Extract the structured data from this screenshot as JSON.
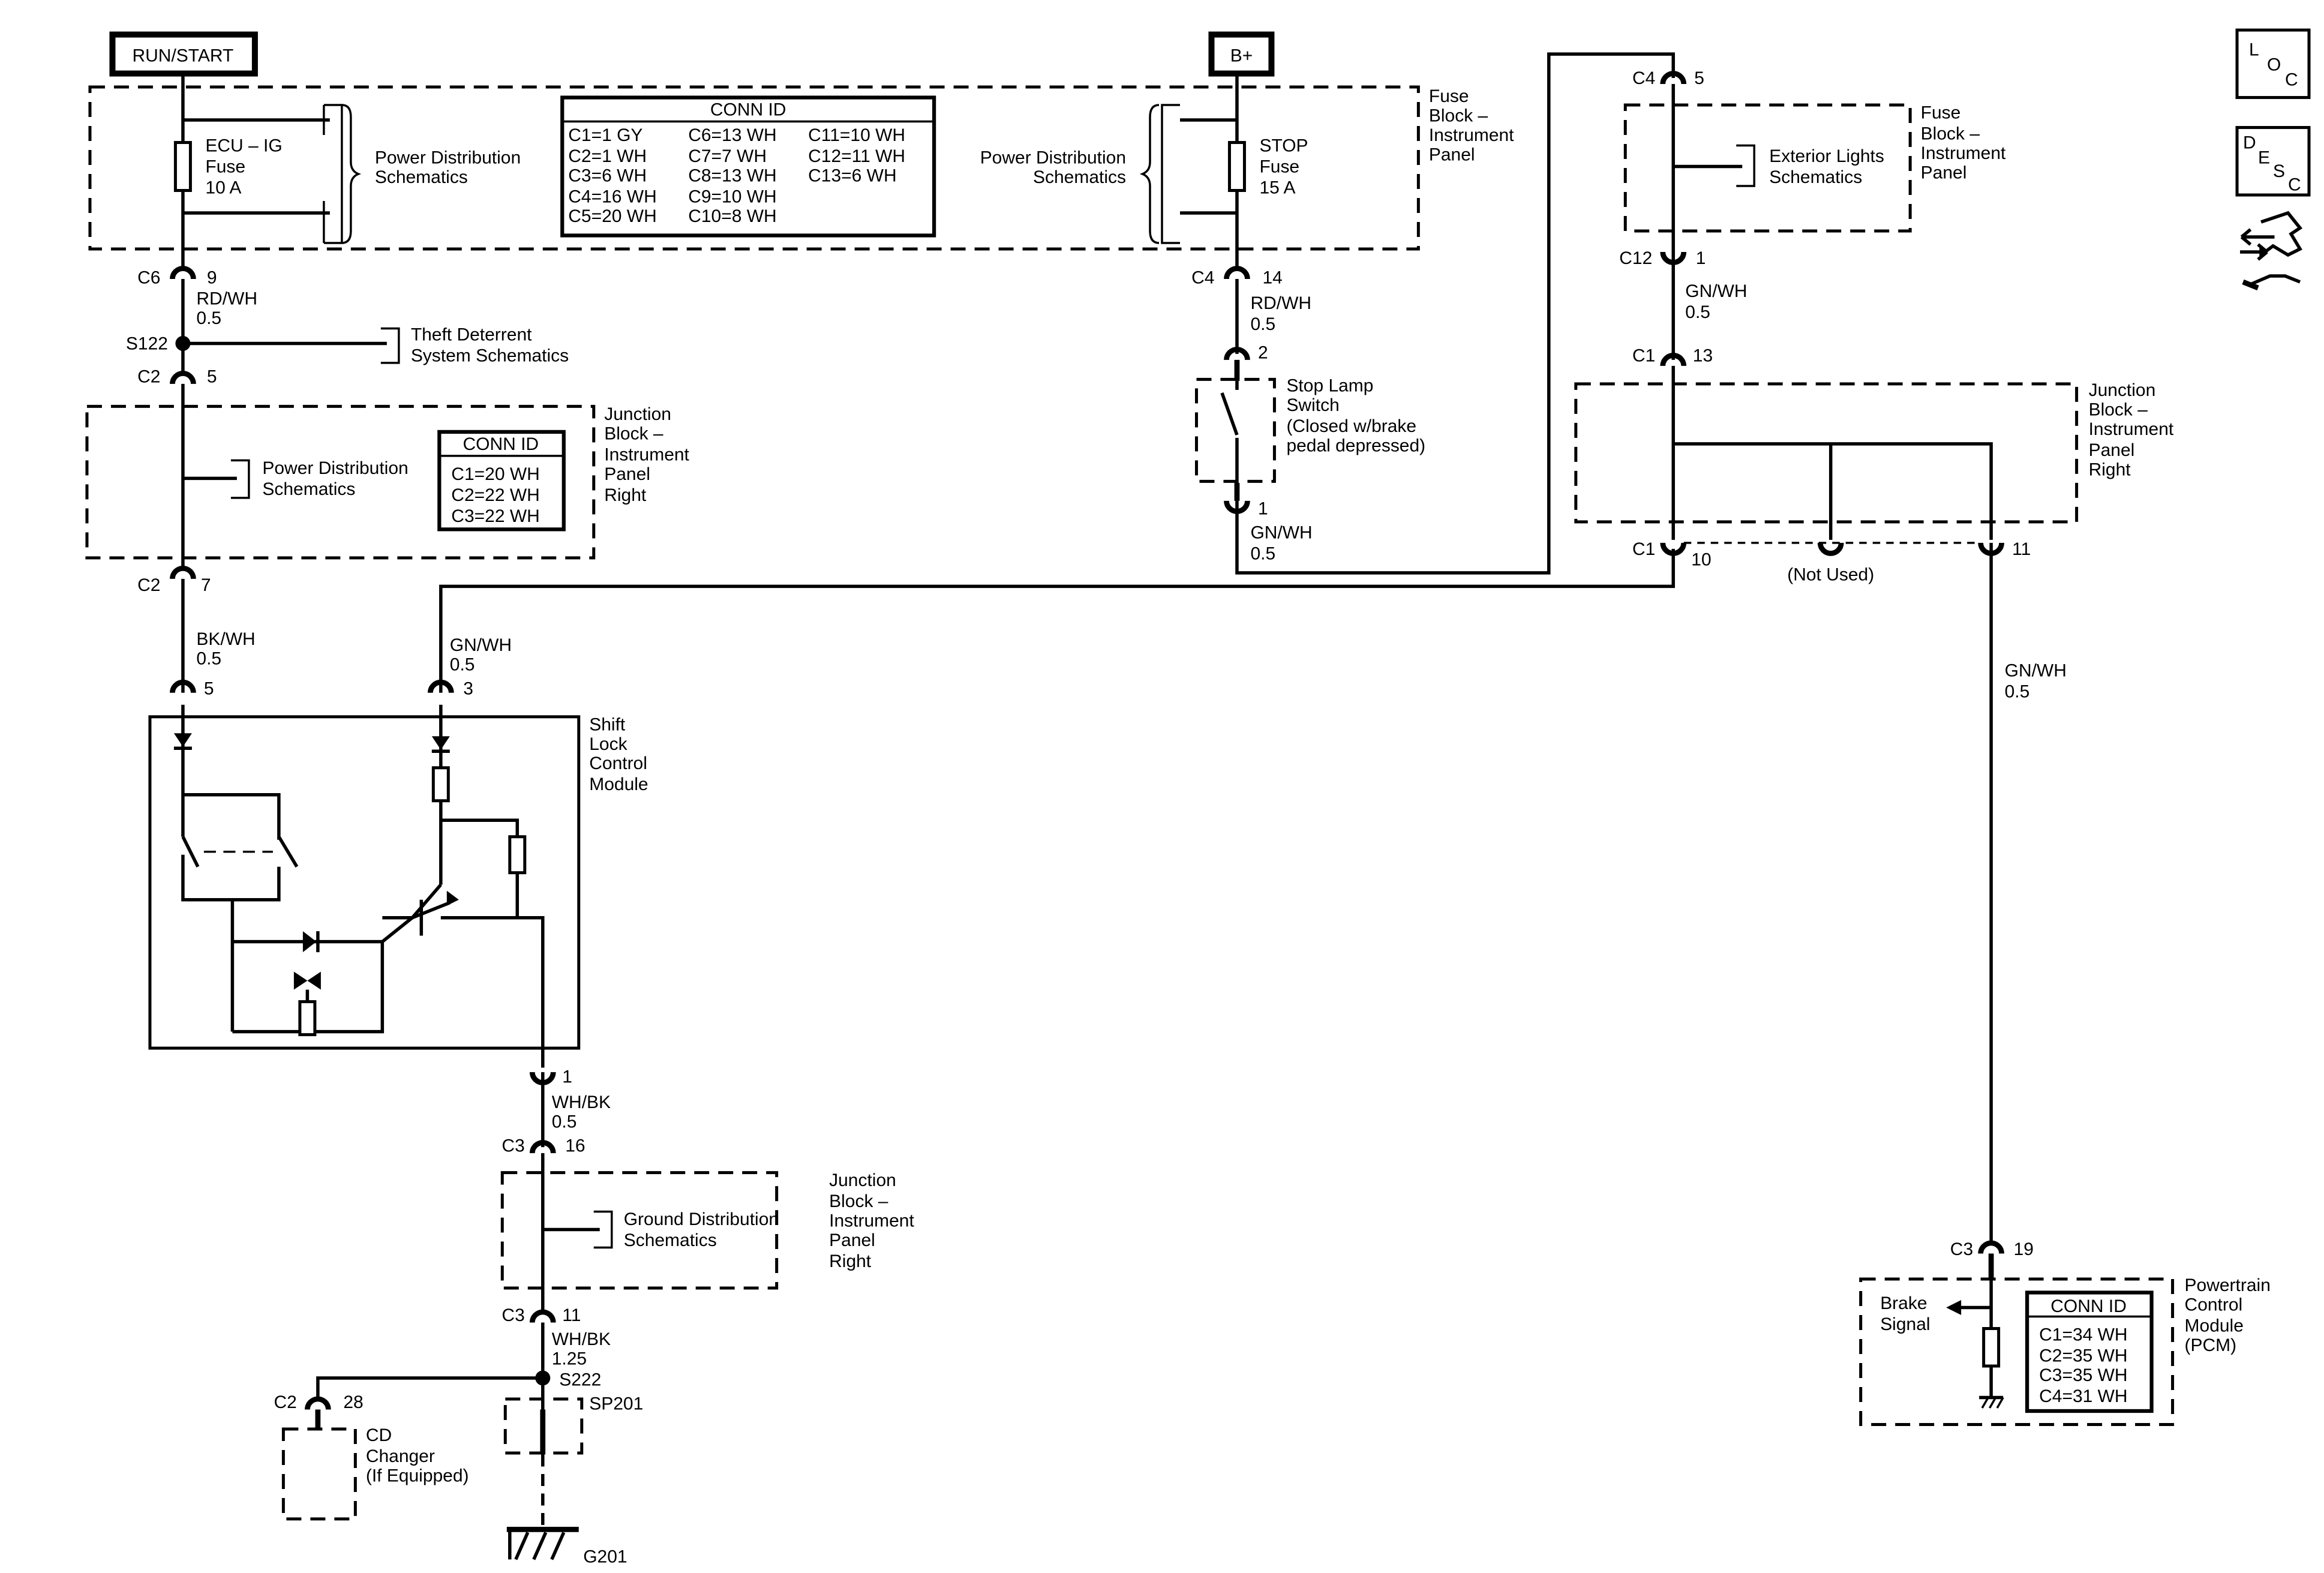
{
  "power_sources": {
    "run_start": "RUN/START",
    "bplus": "B+"
  },
  "labels": {
    "pds": "Power Distribution Schematics",
    "pds_l1": "Power Distribution",
    "pds_l2": "Schematics",
    "ecu_fuse": [
      "ECU – IG",
      "Fuse",
      "10 A"
    ],
    "stop_fuse": [
      "STOP",
      "Fuse",
      "15 A"
    ],
    "fuse_block": [
      "Fuse",
      "Block –",
      "Instrument",
      "Panel"
    ],
    "jb_ip_right": [
      "Junction",
      "Block –",
      "Instrument",
      "Panel",
      "Right"
    ],
    "theft": [
      "Theft Deterrent",
      "System Schematics"
    ],
    "ext_lights": [
      "Exterior Lights",
      "Schematics"
    ],
    "ground_dist": [
      "Ground Distribution",
      "Schematics"
    ],
    "stop_lamp": [
      "Stop Lamp",
      "Switch",
      "(Closed w/brake",
      "pedal depressed)"
    ],
    "shift_lock": [
      "Shift",
      "Lock",
      "Control",
      "Module"
    ],
    "cd_changer": [
      "CD",
      "Changer",
      "(If Equipped)"
    ],
    "pcm": [
      "Powertrain",
      "Control",
      "Module",
      "(PCM)"
    ],
    "brake_signal": [
      "Brake",
      "Signal"
    ],
    "not_used": "(Not Used)"
  },
  "conn_tables": {
    "main": {
      "title": "CONN ID",
      "col1": [
        "C1=1 GY",
        "C2=1 WH",
        "C3=6 WH",
        "C4=16 WH",
        "C5=20 WH"
      ],
      "col2": [
        "C6=13 WH",
        "C7=7 WH",
        "C8=13 WH",
        "C9=10 WH",
        "C10=8 WH"
      ],
      "col3": [
        "C11=10 WH",
        "C12=11 WH",
        "C13=6 WH"
      ]
    },
    "jb": {
      "title": "CONN ID",
      "rows": [
        "C1=20 WH",
        "C2=22 WH",
        "C3=22 WH"
      ]
    },
    "pcm": {
      "title": "CONN ID",
      "rows": [
        "C1=34 WH",
        "C2=35 WH",
        "C3=35 WH",
        "C4=31 WH"
      ]
    }
  },
  "connectors": {
    "c6_9": [
      "C6",
      "9"
    ],
    "c4_14": [
      "C4",
      "14"
    ],
    "c4_5": [
      "C4",
      "5"
    ],
    "c12_1": [
      "C12",
      "1"
    ],
    "c2_5": [
      "C2",
      "5"
    ],
    "c2_7": [
      "C2",
      "7"
    ],
    "p2": "2",
    "p1_stop": "1",
    "c1_13": [
      "C1",
      "13"
    ],
    "c1_10": [
      "C1",
      "10"
    ],
    "p11": "11",
    "p5": "5",
    "p3": "3",
    "p1": "1",
    "c3_16": [
      "C3",
      "16"
    ],
    "c3_11": [
      "C3",
      "11"
    ],
    "c2_28": [
      "C2",
      "28"
    ],
    "c3_19": [
      "C3",
      "19"
    ]
  },
  "splices": {
    "s122": "S122",
    "s222": "S222",
    "sp201": "SP201",
    "g201": "G201"
  },
  "wires": {
    "rdwh_05_a": [
      "RD/WH",
      "0.5"
    ],
    "rdwh_05_b": [
      "RD/WH",
      "0.5"
    ],
    "gnwh_05_a": [
      "GN/WH",
      "0.5"
    ],
    "gnwh_05_b": [
      "GN/WH",
      "0.5"
    ],
    "gnwh_05_c": [
      "GN/WH",
      "0.5"
    ],
    "gnwh_05_d": [
      "GN/WH",
      "0.5"
    ],
    "bkwh_05": [
      "BK/WH",
      "0.5"
    ],
    "whbk_05": [
      "WH/BK",
      "0.5"
    ],
    "whbk_125": [
      "WH/BK",
      "1.25"
    ]
  },
  "side_icons": {
    "loc": [
      "L",
      "O",
      "C"
    ],
    "desc": [
      "D",
      "E",
      "S",
      "C"
    ]
  }
}
